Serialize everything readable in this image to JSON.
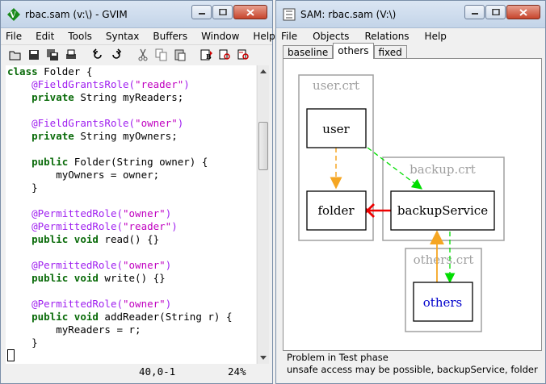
{
  "gvim": {
    "title": "rbac.sam (v:\\) - GVIM",
    "menu": [
      "File",
      "Edit",
      "Tools",
      "Syntax",
      "Buffers",
      "Window",
      "Help"
    ],
    "code": [
      [
        {
          "t": "kw",
          "v": "class"
        },
        {
          "t": "p",
          "v": " Folder {"
        }
      ],
      [
        {
          "t": "p",
          "v": "    "
        },
        {
          "t": "ann",
          "v": "@FieldGrantsRole("
        },
        {
          "t": "str",
          "v": "\"reader\""
        },
        {
          "t": "ann",
          "v": ")"
        }
      ],
      [
        {
          "t": "p",
          "v": "    "
        },
        {
          "t": "kw",
          "v": "private"
        },
        {
          "t": "p",
          "v": " String myReaders;"
        }
      ],
      [],
      [
        {
          "t": "p",
          "v": "    "
        },
        {
          "t": "ann",
          "v": "@FieldGrantsRole("
        },
        {
          "t": "str",
          "v": "\"owner\""
        },
        {
          "t": "ann",
          "v": ")"
        }
      ],
      [
        {
          "t": "p",
          "v": "    "
        },
        {
          "t": "kw",
          "v": "private"
        },
        {
          "t": "p",
          "v": " String myOwners;"
        }
      ],
      [],
      [
        {
          "t": "p",
          "v": "    "
        },
        {
          "t": "kw",
          "v": "public"
        },
        {
          "t": "p",
          "v": " Folder(String owner) {"
        }
      ],
      [
        {
          "t": "p",
          "v": "        myOwners = owner;"
        }
      ],
      [
        {
          "t": "p",
          "v": "    }"
        }
      ],
      [],
      [
        {
          "t": "p",
          "v": "    "
        },
        {
          "t": "ann",
          "v": "@PermittedRole("
        },
        {
          "t": "str",
          "v": "\"owner\""
        },
        {
          "t": "ann",
          "v": ")"
        }
      ],
      [
        {
          "t": "p",
          "v": "    "
        },
        {
          "t": "ann",
          "v": "@PermittedRole("
        },
        {
          "t": "str",
          "v": "\"reader\""
        },
        {
          "t": "ann",
          "v": ")"
        }
      ],
      [
        {
          "t": "p",
          "v": "    "
        },
        {
          "t": "kw",
          "v": "public void"
        },
        {
          "t": "p",
          "v": " read() {}"
        }
      ],
      [],
      [
        {
          "t": "p",
          "v": "    "
        },
        {
          "t": "ann",
          "v": "@PermittedRole("
        },
        {
          "t": "str",
          "v": "\"owner\""
        },
        {
          "t": "ann",
          "v": ")"
        }
      ],
      [
        {
          "t": "p",
          "v": "    "
        },
        {
          "t": "kw",
          "v": "public void"
        },
        {
          "t": "p",
          "v": " write() {}"
        }
      ],
      [],
      [
        {
          "t": "p",
          "v": "    "
        },
        {
          "t": "ann",
          "v": "@PermittedRole("
        },
        {
          "t": "str",
          "v": "\"owner\""
        },
        {
          "t": "ann",
          "v": ")"
        }
      ],
      [
        {
          "t": "p",
          "v": "    "
        },
        {
          "t": "kw",
          "v": "public void"
        },
        {
          "t": "p",
          "v": " addReader(String r) {"
        }
      ],
      [
        {
          "t": "p",
          "v": "        myReaders = r;"
        }
      ],
      [
        {
          "t": "p",
          "v": "    }"
        }
      ]
    ],
    "status_pos": "40,0-1",
    "status_pct": "24%"
  },
  "sam": {
    "title": "SAM: rbac.sam (V:\\)",
    "menu": [
      "File",
      "Objects",
      "Relations",
      "Help"
    ],
    "tabs": [
      "baseline",
      "others",
      "fixed"
    ],
    "active_tab": "others",
    "clusters": {
      "user": "user.crt",
      "backup": "backup.crt",
      "others": "others.crt"
    },
    "nodes": {
      "user": "user",
      "folder": "folder",
      "backup": "backupService",
      "others": "others"
    },
    "message_line1": "Problem in Test phase",
    "message_line2": "unsafe access may be possible, backupService, folder",
    "colors": {
      "orange": "#f5a623",
      "green": "#00dd00",
      "red": "#ee0000",
      "blue": "#0000cc",
      "cluster": "#a0a0a0"
    }
  }
}
